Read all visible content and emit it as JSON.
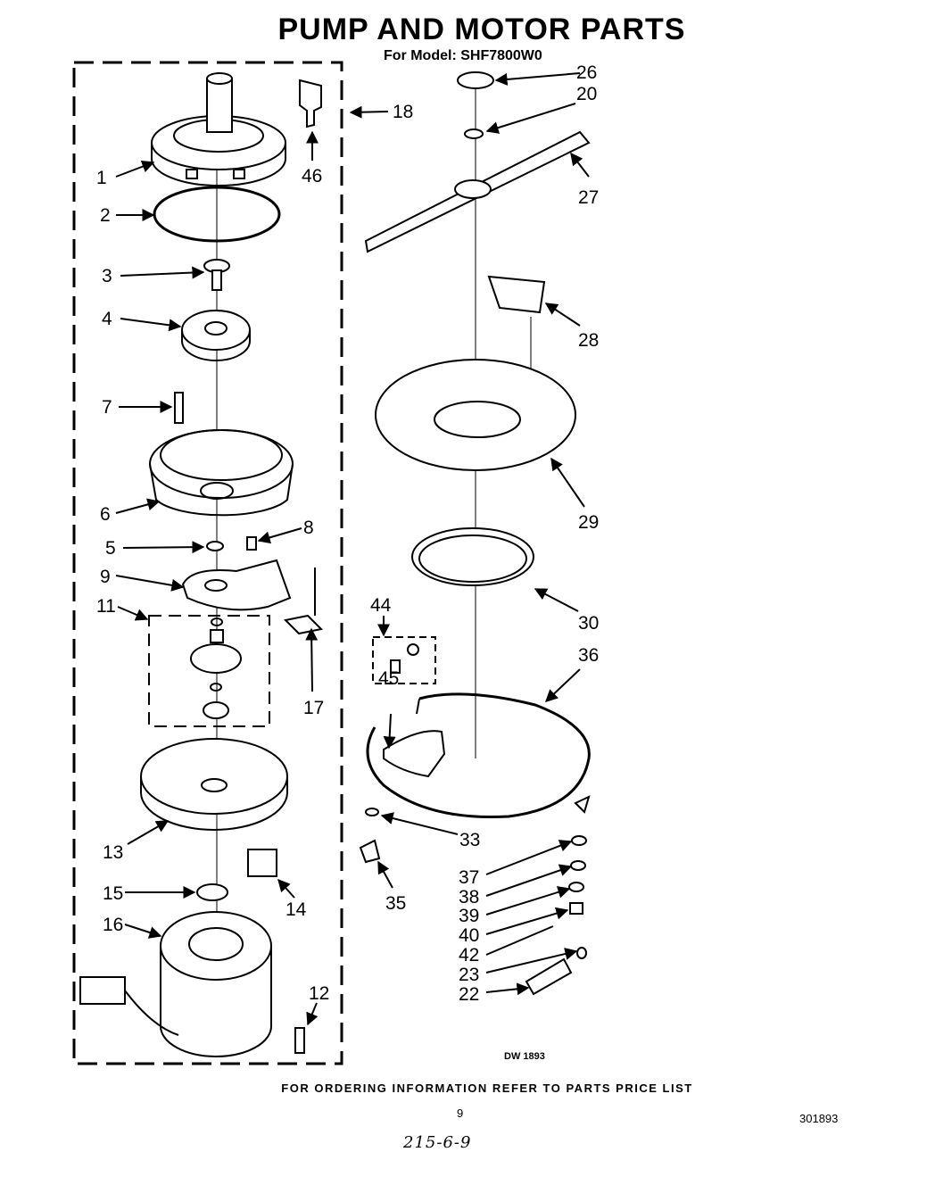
{
  "header": {
    "title": "PUMP AND MOTOR PARTS",
    "subtitle": "For Model: SHF7800W0"
  },
  "footer": {
    "ordering_note": "FOR ORDERING INFORMATION REFER TO PARTS PRICE LIST",
    "page_number": "9",
    "document_number": "301893",
    "handwritten_note": "215-6-9",
    "drawing_code": "DW 1893"
  },
  "callouts": {
    "c1": "1",
    "c2": "2",
    "c3": "3",
    "c4": "4",
    "c5": "5",
    "c6": "6",
    "c7": "7",
    "c8": "8",
    "c9": "9",
    "c11": "11",
    "c12": "12",
    "c13": "13",
    "c14": "14",
    "c15": "15",
    "c16": "16",
    "c17": "17",
    "c18": "18",
    "c20": "20",
    "c22": "22",
    "c23": "23",
    "c26": "26",
    "c27": "27",
    "c28": "28",
    "c29": "29",
    "c30": "30",
    "c33": "33",
    "c35": "35",
    "c36": "36",
    "c37": "37",
    "c38": "38",
    "c39": "39",
    "c40": "40",
    "c42": "42",
    "c44": "44",
    "c45": "45",
    "c46": "46"
  }
}
